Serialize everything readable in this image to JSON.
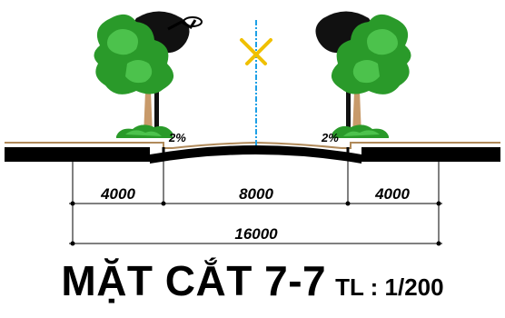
{
  "drawing": {
    "slope_left": "2%",
    "slope_right": "2%",
    "dims": {
      "sidewalk_left": "4000",
      "carriageway": "8000",
      "sidewalk_right": "4000",
      "total": "16000"
    },
    "colors": {
      "ground": "#b08a5a",
      "road_outline": "#000000",
      "centerline": "#1ea0e6",
      "lamp": "#f0c000",
      "tree_foliage": "#2a9a2a",
      "tree_foliage_light": "#4cc24c",
      "tree_trunk": "#c89a6a",
      "tree_shadow": "#111111"
    },
    "icons": [
      "tree-icon",
      "street-lamp-icon"
    ]
  },
  "title": {
    "main": "MẶT CẮT 7-7",
    "scale": "TL : 1/200"
  }
}
